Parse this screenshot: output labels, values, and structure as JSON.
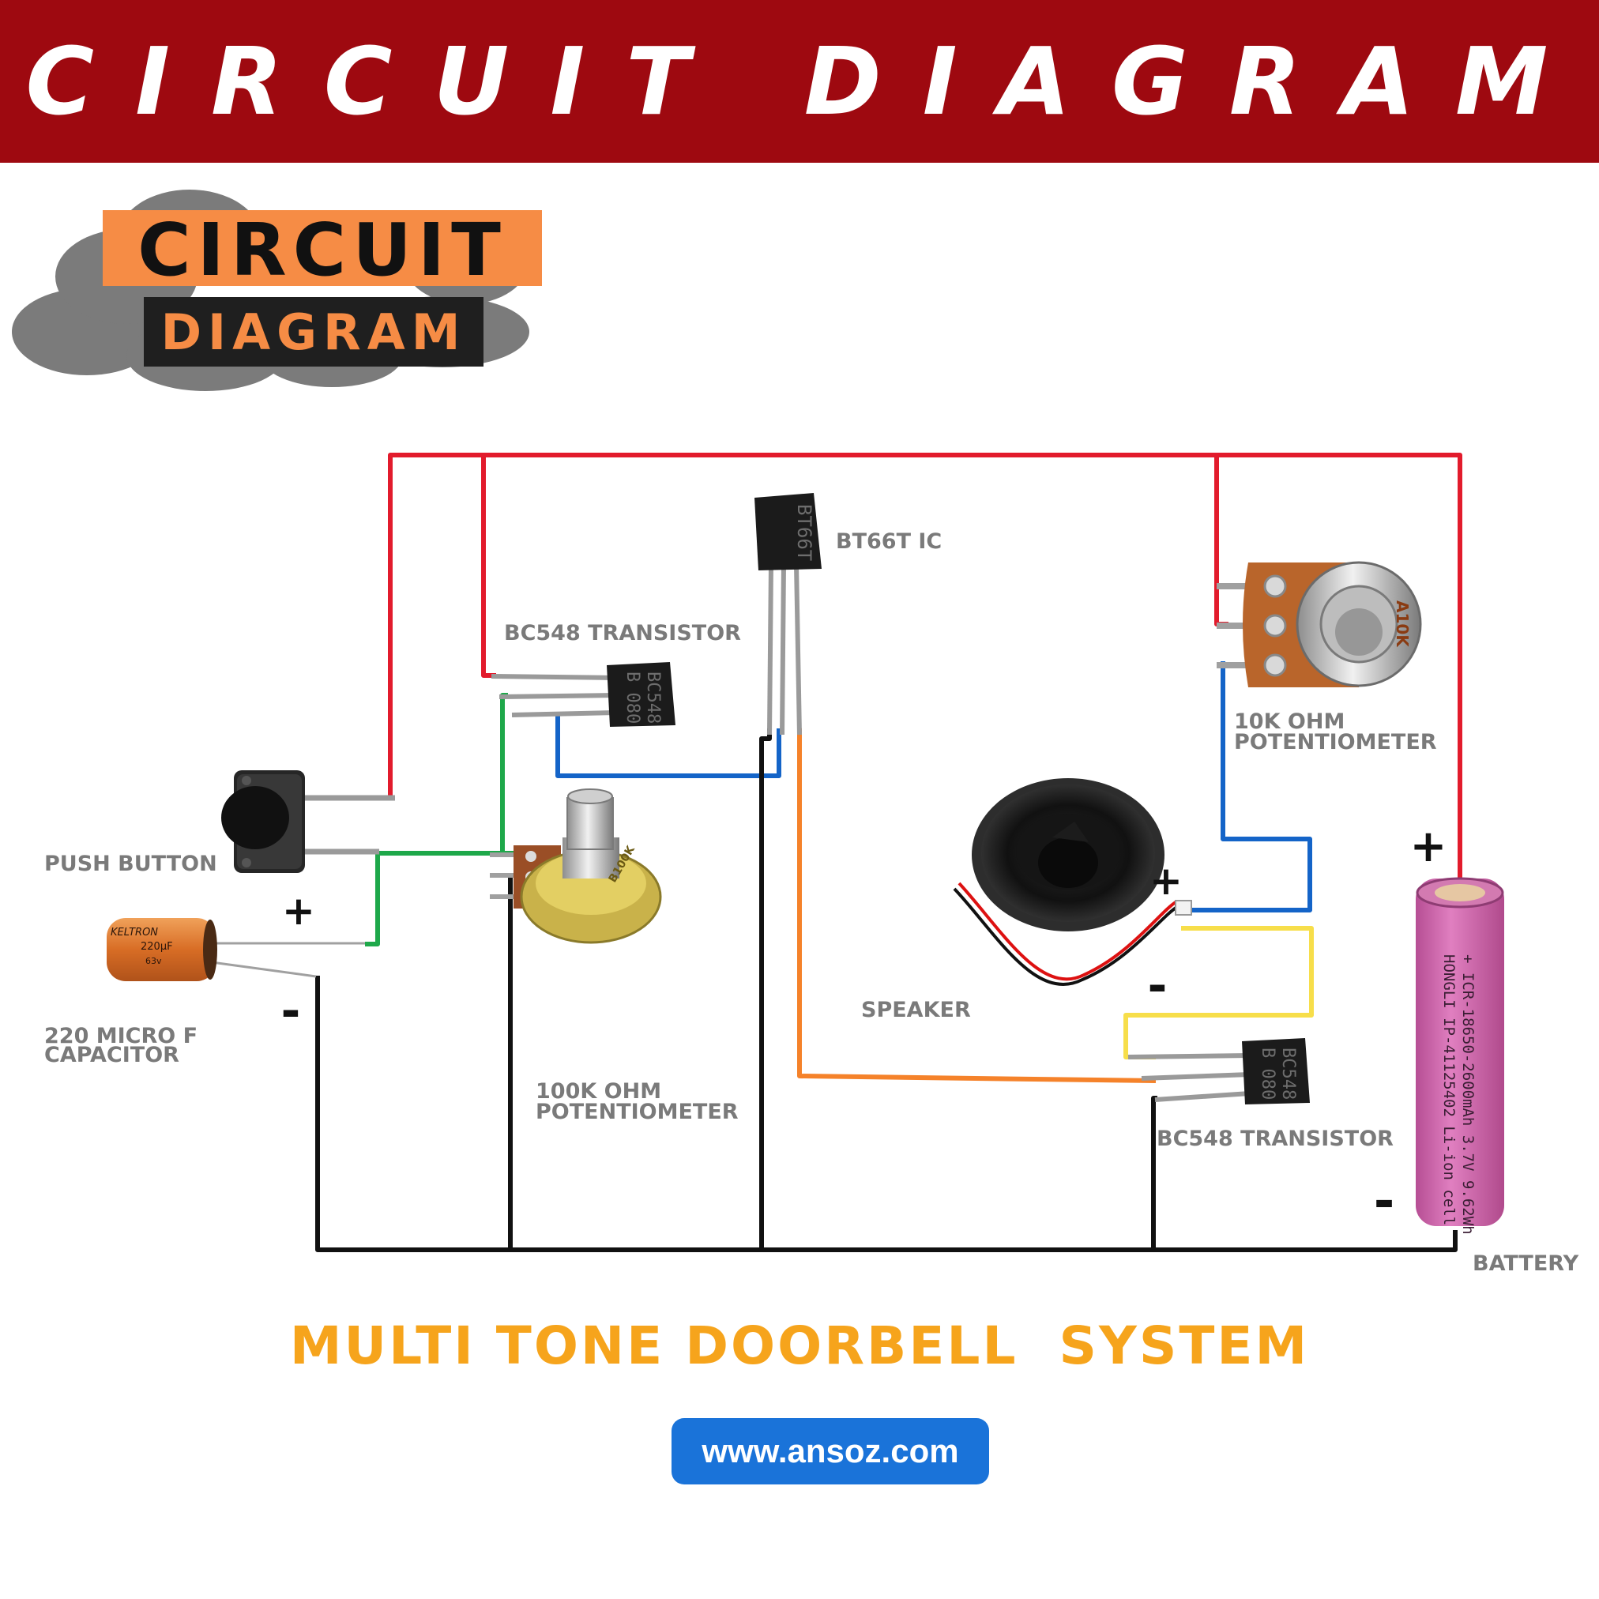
{
  "banner": {
    "title": "CIRCUIT DIAGRAM"
  },
  "logo": {
    "line1": "CIRCUIT",
    "line2": "DIAGRAM"
  },
  "components": {
    "ic": "BT66T IC",
    "transistor_top": "BC548 TRANSISTOR",
    "pot_10k": [
      "10K OHM",
      "POTENTIOMETER"
    ],
    "push_button": "PUSH BUTTON",
    "capacitor": [
      "220 MICRO F",
      "CAPACITOR"
    ],
    "pot_100k": [
      "100K OHM",
      "POTENTIOMETER"
    ],
    "speaker": "SPEAKER",
    "transistor_bottom": "BC548 TRANSISTOR",
    "battery": "BATTERY"
  },
  "part_markings": {
    "transistor_code": "BC548",
    "transistor_batch": "B 080",
    "ic_code": "BT66T",
    "pot_10k_code": "A10K",
    "pot_100k_code": "B100K",
    "capacitor_brand": "KELTRON",
    "capacitor_value": "220µF",
    "capacitor_voltage": "63v",
    "battery_text_1": "+ ICR-18650-2600mAh 3.7V 9.62Wh",
    "battery_text_2": "HONGLI IP-41125402 Li-ion cell"
  },
  "polarity": {
    "plus": "+",
    "minus": "-"
  },
  "footer": {
    "title": "MULTI TONE DOORBELL  SYSTEM",
    "url": "www.ansoz.com"
  },
  "colors": {
    "banner": "#9e0910",
    "logo_orange": "#f68c45",
    "wire_red": "#e21b2c",
    "wire_blue": "#1464c8",
    "wire_green": "#1ea84a",
    "wire_orange": "#f5822a",
    "wire_yellow": "#f7de4a",
    "wire_black": "#111111",
    "footer_title": "#f6a41c",
    "url_button": "#1a73d9"
  }
}
